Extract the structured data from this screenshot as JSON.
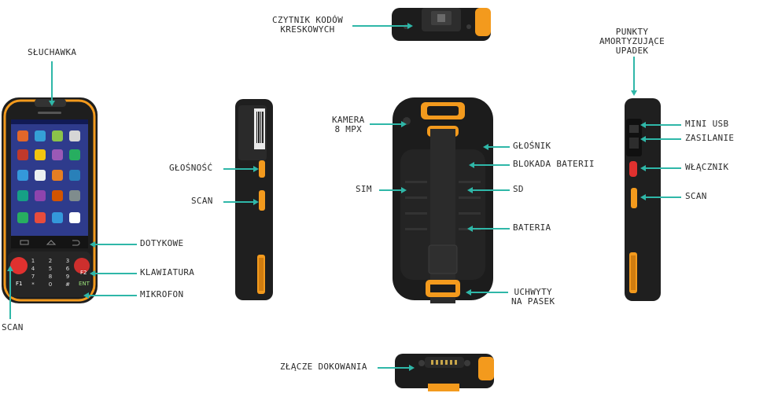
{
  "labels": {
    "czytnik": "CZYTNIK KODÓW KRESKOWYCH",
    "czytnik_l1": "CZYTNIK KODÓW",
    "czytnik_l2": "KRESKOWYCH",
    "sluchawka": "SŁUCHAWKA",
    "punkty_l1": "PUNKTY",
    "punkty_l2": "AMORTYZUJĄCE",
    "punkty_l3": "UPADEK",
    "kamera_l1": "KAMERA",
    "kamera_l2": "8 MPX",
    "glosnik": "GŁOŚNIK",
    "blokada": "BLOKADA BATERII",
    "glosnosc": "GŁOŚNOŚĆ",
    "scan_side_left": "SCAN",
    "sim": "SIM",
    "sd": "SD",
    "mini_usb": "MINI USB",
    "zasilanie": "ZASILANIE",
    "wlacznik": "WŁĄCZNIK",
    "scan_side_right": "SCAN",
    "bateria": "BATERIA",
    "dotykowe": "DOTYKOWE",
    "klawiatura": "KLAWIATURA",
    "mikrofon": "MIKROFON",
    "scan_front": "SCAN",
    "uchwyty_l1": "UCHWYTY",
    "uchwyty_l2": "NA PASEK",
    "zlacze": "ZŁĄCZE DOKOWANIA"
  },
  "keypad": {
    "f1": "F1",
    "f2": "F2",
    "ent": "ENT",
    "keys": [
      "1",
      "2",
      "3",
      "4",
      "5",
      "6",
      "7",
      "8",
      "9",
      "*",
      "0",
      "#"
    ]
  },
  "colors": {
    "accent_leader": "#2fb7a8",
    "device_body": "#2a2a2a",
    "device_trim": "#f39a1d",
    "screen": "#3b3f8f"
  }
}
